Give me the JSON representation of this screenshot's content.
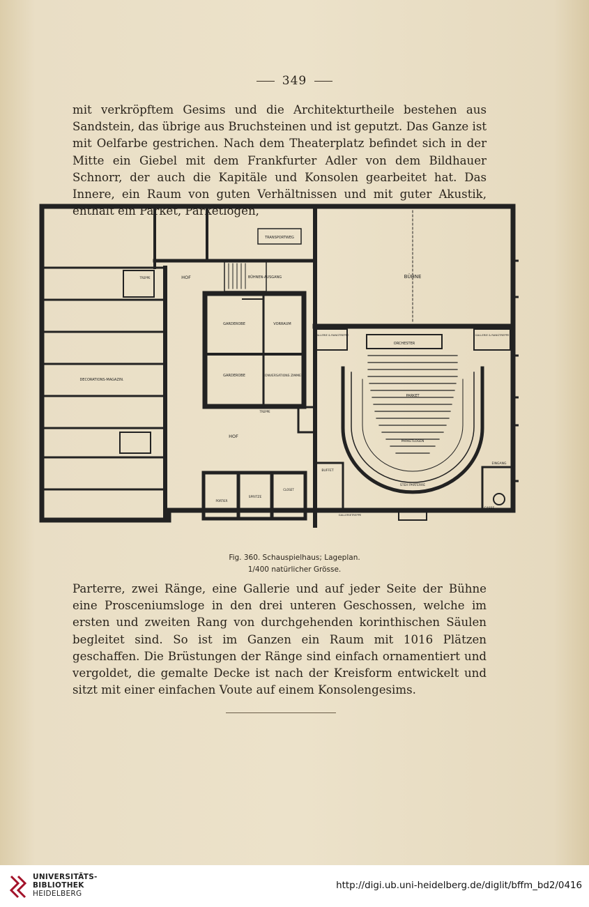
{
  "page_number": "349",
  "paragraph_1": "mit verkröpftem Gesims und die Architekturtheile bestehen aus Sandstein, das übrige aus Bruchsteinen und ist geputzt. Das Ganze ist mit Oelfarbe gestrichen. Nach dem Theaterplatz befindet sich in der Mitte ein Giebel mit dem Frankfurter Adler von dem Bildhauer Schnorr, der auch die Kapitäle und Konsolen gearbeitet hat. Das Innere, ein Raum von guten Verhältnissen und mit guter Akustik, enthält ein Parket, Parketlogen,",
  "plan_labels": {
    "transportweg": "TRANSPORTWEG",
    "buehne": "BÜHNE",
    "hof_top": "HOF",
    "buehnen_ausgang": "BÜHNEN-AUSGANG",
    "treppe": "TREPPE",
    "garderobe_1": "GARDEROBE",
    "vorraum": "VORRAUM",
    "gallerie_left": "GALLERIE & RANGTREPPE",
    "gallerie_right": "GALLERIE & RANGTREPPE",
    "orchester": "ORCHESTER",
    "decorations_magazin": "DECORATIONS-MAGAZIN.",
    "garderobe_2": "GARDEROBE",
    "conversations_zimmer": "CONVERSATIONS ZIMMER",
    "parket": "PARKET",
    "treppe_2": "TREPPE",
    "hof_bottom": "HOF",
    "parketlogen": "PARKETLOGEN",
    "eingang": "EINGANG",
    "buffet": "BUFFET",
    "steh_parterre": "STEH PARTERRE",
    "portier": "PORTIER",
    "spritze": "SPRITZE",
    "closet": "CLOSET",
    "gallerie_treppe": "GALLERIETREPPE",
    "casse": "CASSE"
  },
  "caption_line_1": "Fig. 360. Schauspielhaus; Lageplan.",
  "caption_line_2": "1/400 natürlicher Grösse.",
  "paragraph_2": "Parterre, zwei Ränge, eine Gallerie und auf jeder Seite der Bühne eine Prosceniumsloge in den drei unteren Geschossen, welche im ersten und zweiten Rang von durchgehenden korinthischen Säulen begleitet sind. So ist im Ganzen ein Raum mit 1016 Plätzen geschaffen. Die Brüstungen der Ränge sind einfach ornamentiert und vergoldet, die gemalte Decke ist nach der Kreisform entwickelt und sitzt mit einer einfachen Voute auf einem Konsolengesims.",
  "footer": {
    "logo_line_1": "UNIVERSITÄTS-",
    "logo_line_2": "BIBLIOTHEK",
    "logo_line_3": "HEIDELBERG",
    "url": "http://digi.ub.uni-heidelberg.de/diglit/bffm_bd2/0416"
  }
}
